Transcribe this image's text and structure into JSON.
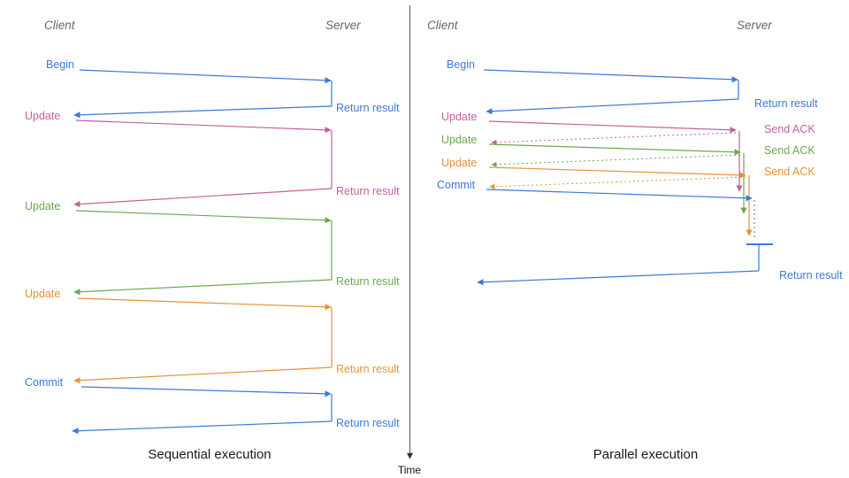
{
  "colors": {
    "blue": "#3c78d8",
    "pink": "#c2629e",
    "green": "#6aa84f",
    "orange": "#e69138",
    "header_gray": "#666666",
    "axis": "#555555"
  },
  "time_axis": {
    "label": "Time"
  },
  "left": {
    "client": "Client",
    "server": "Server",
    "caption": "Sequential execution",
    "msgs": [
      {
        "label": "Begin",
        "ret": "Return result"
      },
      {
        "label": "Update",
        "ret": "Return result"
      },
      {
        "label": "Update",
        "ret": "Return result"
      },
      {
        "label": "Update",
        "ret": "Return result"
      },
      {
        "label": "Commit",
        "ret": "Return result"
      }
    ]
  },
  "right": {
    "client": "Client",
    "server": "Server",
    "caption": "Parallel execution",
    "msgs": [
      {
        "label": "Begin",
        "ret": "Return result"
      },
      {
        "label": "Update",
        "ret": "Send ACK"
      },
      {
        "label": "Update",
        "ret": "Send ACK"
      },
      {
        "label": "Update",
        "ret": "Send ACK"
      },
      {
        "label": "Commit",
        "ret": "Return result"
      }
    ]
  }
}
